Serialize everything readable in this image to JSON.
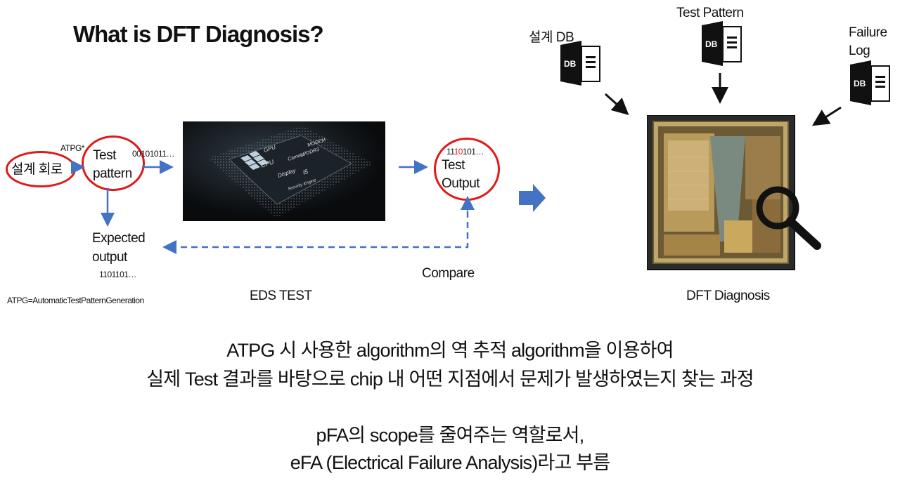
{
  "title": "What is DFT Diagnosis?",
  "left_flow": {
    "design_circuit": "설계 회로",
    "atpg_note": "ATPG*",
    "test_pattern": [
      "Test",
      "pattern"
    ],
    "pattern_bits": "00101011…",
    "expected_output": [
      "Expected",
      "output"
    ],
    "expected_bits": "1101101…",
    "test_output_bits_pre": "11",
    "test_output_bits_red": "10",
    "test_output_bits_post": "101…",
    "test_output": [
      "Test",
      "Output"
    ],
    "compare": "Compare",
    "eds_test": "EDS TEST",
    "atpg_footnote": "ATPG=AutomaticTestPatternGeneration"
  },
  "chip_photo": {
    "labels": [
      "GPU",
      "CPU",
      "Display",
      "Camera",
      "i5",
      "LPDDR3",
      "MODEM",
      "Security Engine"
    ]
  },
  "right_flow": {
    "design_db": "설계 DB",
    "test_pattern": "Test Pattern",
    "failure_log": [
      "Failure",
      "Log"
    ],
    "db_icon_text": "DB",
    "dft_diagnosis": "DFT Diagnosis"
  },
  "bottom_text": {
    "line1": "ATPG 시 사용한 algorithm의 역 추적 algorithm을 이용하여",
    "line2": "실제 Test 결과를 바탕으로 chip 내 어떤 지점에서 문제가 발생하였는지 찾는 과정",
    "line3": "pFA의 scope를 줄여주는 역할로서,",
    "line4": "eFA (Electrical Failure Analysis)라고 부름"
  },
  "colors": {
    "arrow_blue": "#4472c4",
    "circle_red": "#e01919",
    "highlight_red": "#e01919"
  }
}
